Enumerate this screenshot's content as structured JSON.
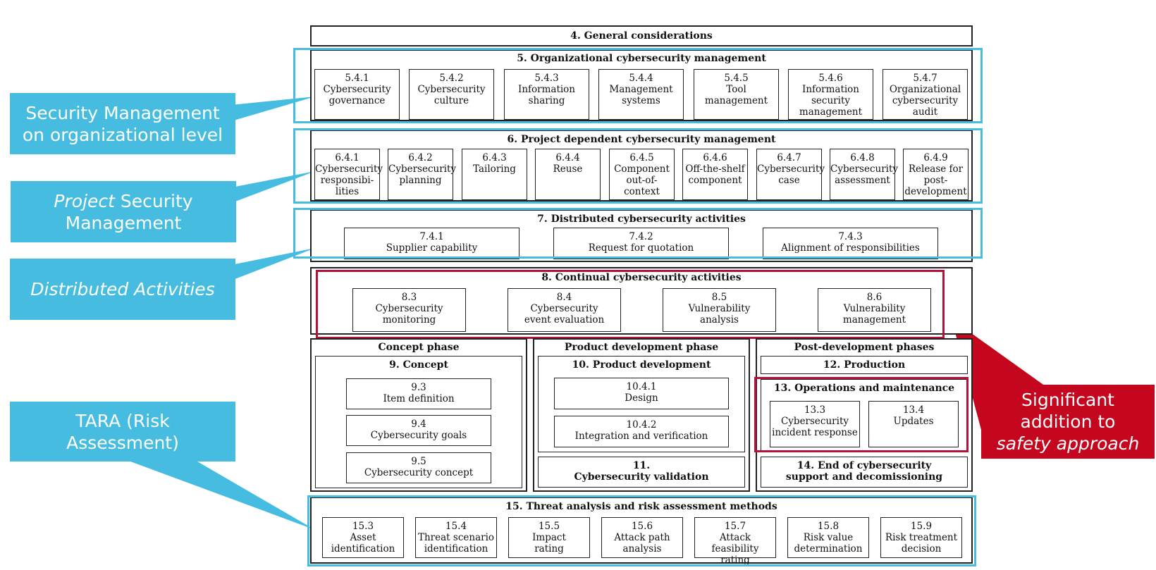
{
  "colors": {
    "blue": "#46bde0",
    "red": "#c4061e",
    "red_outline": "#b5123a"
  },
  "general": "4. General considerations",
  "org": {
    "title": "5. Organizational cybersecurity management",
    "items": [
      "5.4.1\nCybersecurity\ngovernance",
      "5.4.2\nCybersecurity\nculture",
      "5.4.3\nInformation\nsharing",
      "5.4.4\nManagement\nsystems",
      "5.4.5\nTool\nmanagement",
      "5.4.6\nInformation\nsecurity\nmanagement",
      "5.4.7\nOrganizational\ncybersecurity\naudit"
    ]
  },
  "project": {
    "title": "6. Project dependent cybersecurity management",
    "items": [
      "6.4.1\nCybersecurity\nresponsibi-\nlities",
      "6.4.2\nCybersecurity\nplanning",
      "6.4.3\nTailoring",
      "6.4.4\nReuse",
      "6.4.5\nComponent\nout-of-context",
      "6.4.6\nOff-the-shelf\ncomponent",
      "6.4.7\nCybersecurity\ncase",
      "6.4.8\nCybersecurity\nassessment",
      "6.4.9\nRelease for\npost-\ndevelopment"
    ]
  },
  "distributed": {
    "title": "7. Distributed cybersecurity activities",
    "items": [
      "7.4.1\nSupplier capability",
      "7.4.2\nRequest for quotation",
      "7.4.3\nAlignment of responsibilities"
    ]
  },
  "continual": {
    "title": "8. Continual cybersecurity activities",
    "items": [
      "8.3\nCybersecurity\nmonitoring",
      "8.4\nCybersecurity\nevent evaluation",
      "8.5\nVulnerability\nanalysis",
      "8.6\nVulnerability\nmanagement"
    ]
  },
  "concept": {
    "phase": "Concept phase",
    "title": "9. Concept",
    "items": [
      "9.3\nItem definition",
      "9.4\nCybersecurity goals",
      "9.5\nCybersecurity concept"
    ]
  },
  "product": {
    "phase": "Product development phase",
    "title": "10. Product development",
    "items": [
      "10.4.1\nDesign",
      "10.4.2\nIntegration and verification"
    ],
    "validation": "11.\nCybersecurity validation"
  },
  "post": {
    "phase": "Post-development phases",
    "production": "12. Production",
    "ops_title": "13. Operations and maintenance",
    "ops_items": [
      "13.3\nCybersecurity\nincident response",
      "13.4\nUpdates"
    ],
    "end": "14. End of cybersecurity\nsupport and decomissioning"
  },
  "tara": {
    "title": "15. Threat analysis and risk assessment methods",
    "items": [
      "15.3\nAsset\nidentification",
      "15.4\nThreat scenario\nidentification",
      "15.5\nImpact\nrating",
      "15.6\nAttack path\nanalysis",
      "15.7\nAttack feasibility\nrating",
      "15.8\nRisk value\ndetermination",
      "15.9\nRisk treatment\ndecision"
    ]
  },
  "callouts": {
    "org_line1": "Security Management",
    "org_line2": "on organizational level",
    "project_italic": "Project",
    "project_rest": " Security",
    "project_line2": "Management",
    "distributed": "Distributed Activities",
    "tara_line1": "TARA (Risk",
    "tara_line2": "Assessment)",
    "significant_line1": "Significant",
    "significant_line2": "addition to",
    "significant_line3": "safety approach"
  }
}
